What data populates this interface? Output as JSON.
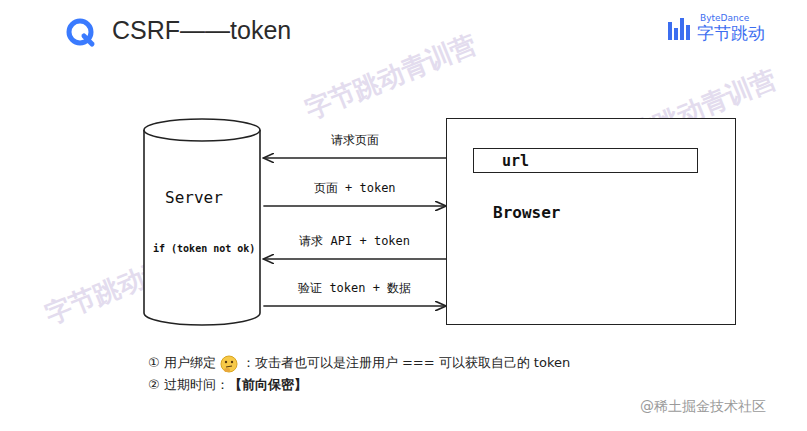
{
  "diagram": {
    "title": "CSRF——token",
    "nodes": [
      {
        "text": [
          "Server",
          "if (token not ok)"
        ]
      },
      {
        "text": [
          "Browser"
        ]
      },
      {
        "text": [
          "url"
        ],
        "in": 1
      }
    ],
    "edges": [
      {
        "from": 1,
        "to": 0,
        "label": "请求页面",
        "arrow": "to"
      },
      {
        "from": 0,
        "to": 1,
        "label": "页面 + token",
        "arrow": "to"
      },
      {
        "from": 1,
        "to": 0,
        "label": "请求 API + token",
        "arrow": "to"
      },
      {
        "from": 0,
        "to": 1,
        "label": "验证 token + 数据",
        "arrow": "to"
      }
    ],
    "labels": [
      "ByteDance",
      "字节跳动",
      "① 用户绑定",
      "：攻击者也可以是注册用户 === 可以获取自己的 token",
      "② 过期时间：",
      "【前向保密】",
      "@稀土掘金技术社区",
      "字节跳动青训营",
      "字节跳动青训营",
      "字节跳动青训营"
    ]
  }
}
